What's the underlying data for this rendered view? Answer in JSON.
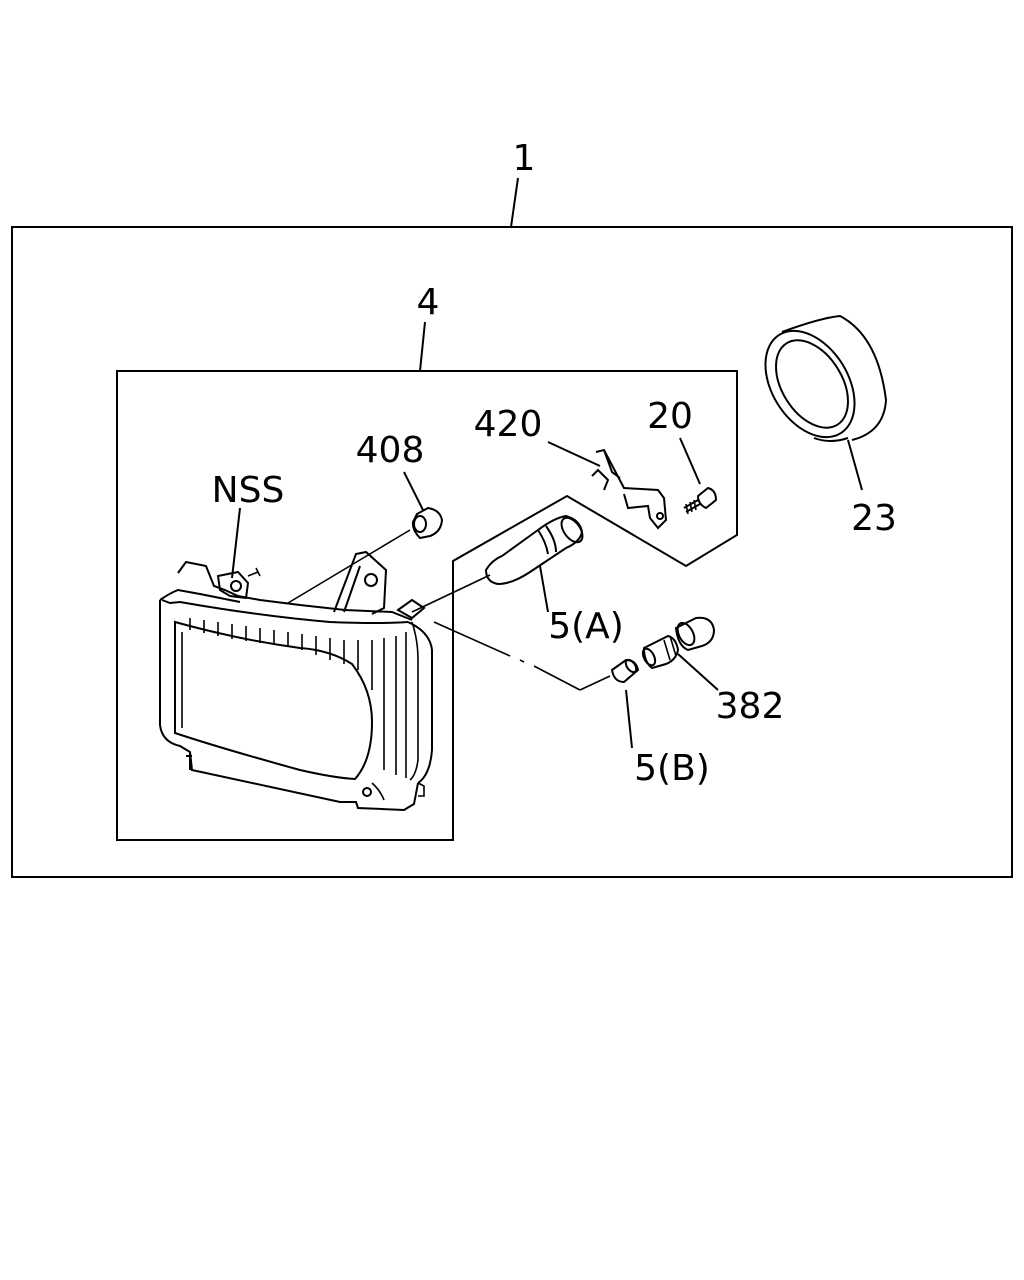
{
  "labels": {
    "assembly": "1",
    "lamp_unit": "4",
    "nss": "NSS",
    "bushing": "408",
    "bracket": "420",
    "screw": "20",
    "ring": "23",
    "bulb_a": "5(A)",
    "socket": "382",
    "bulb_b": "5(B)"
  },
  "colors": {
    "line": "#000000",
    "background": "#ffffff"
  }
}
